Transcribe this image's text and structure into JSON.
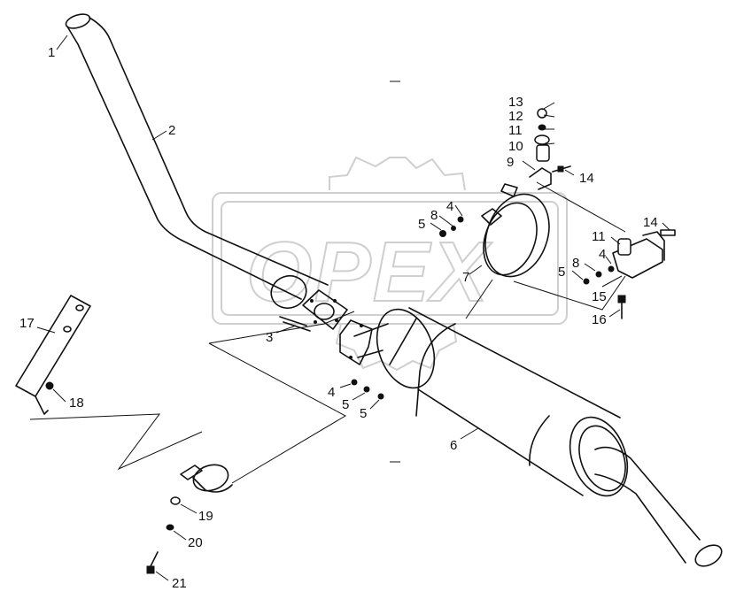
{
  "watermark": {
    "text": "OPEX"
  },
  "labels": [
    {
      "id": "1",
      "text": "1"
    },
    {
      "id": "2",
      "text": "2"
    },
    {
      "id": "3",
      "text": "3"
    },
    {
      "id": "4a",
      "text": "4"
    },
    {
      "id": "4b",
      "text": "4"
    },
    {
      "id": "4c",
      "text": "4"
    },
    {
      "id": "5a",
      "text": "5"
    },
    {
      "id": "5b",
      "text": "5"
    },
    {
      "id": "5c",
      "text": "5"
    },
    {
      "id": "5d",
      "text": "5"
    },
    {
      "id": "6",
      "text": "6"
    },
    {
      "id": "7",
      "text": "7"
    },
    {
      "id": "8a",
      "text": "8"
    },
    {
      "id": "8b",
      "text": "8"
    },
    {
      "id": "9",
      "text": "9"
    },
    {
      "id": "10",
      "text": "10"
    },
    {
      "id": "11a",
      "text": "11"
    },
    {
      "id": "11b",
      "text": "11"
    },
    {
      "id": "12",
      "text": "12"
    },
    {
      "id": "13",
      "text": "13"
    },
    {
      "id": "14a",
      "text": "14"
    },
    {
      "id": "14b",
      "text": "14"
    },
    {
      "id": "15",
      "text": "15"
    },
    {
      "id": "16",
      "text": "16"
    },
    {
      "id": "17",
      "text": "17"
    },
    {
      "id": "18",
      "text": "18"
    },
    {
      "id": "19",
      "text": "19"
    },
    {
      "id": "20",
      "text": "20"
    },
    {
      "id": "21",
      "text": "21"
    }
  ]
}
